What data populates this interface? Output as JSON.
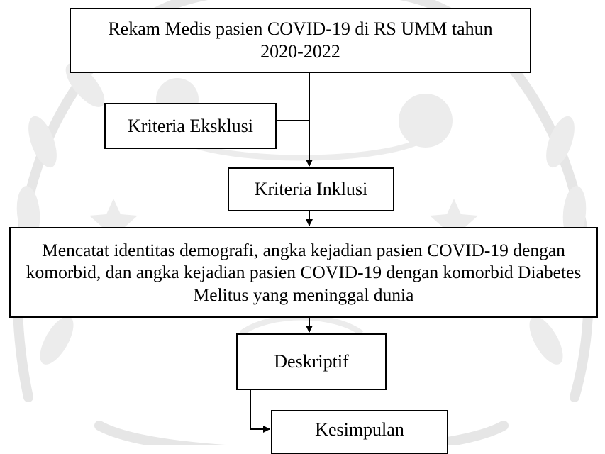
{
  "flowchart": {
    "rekam_medis": "Rekam Medis pasien COVID-19 di RS UMM tahun 2020-2022",
    "eksklusi": "Kriteria Eksklusi",
    "inklusi": "Kriteria Inklusi",
    "mencatat": "Mencatat identitas demografi, angka kejadian pasien COVID-19 dengan komorbid, dan angka kejadian pasien COVID-19 dengan komorbid Diabetes Melitus yang meninggal dunia",
    "deskriptif": "Deskriptif",
    "kesimpulan": "Kesimpulan"
  },
  "watermark": {
    "color": "#e6e6e6",
    "icon": "university-emblem-watermark"
  }
}
